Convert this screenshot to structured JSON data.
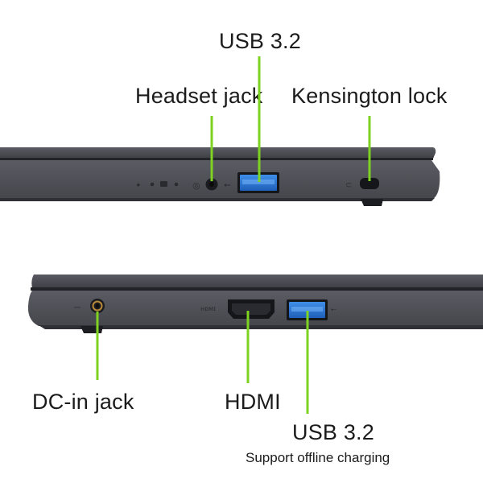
{
  "top_view": {
    "labels": {
      "usb": "USB 3.2",
      "headset": "Headset jack",
      "kensington": "Kensington lock"
    }
  },
  "bottom_view": {
    "labels": {
      "dc_in": "DC-in jack",
      "hdmi": "HDMI",
      "usb": "USB 3.2",
      "usb_note": "Support offline charging"
    }
  },
  "colors": {
    "callout_line": "#7ed321",
    "laptop_body": "#4c4d53",
    "laptop_edge": "#2b2c30",
    "usb_port_blue": "#2f78d6",
    "dc_ring": "#b98a3a"
  }
}
